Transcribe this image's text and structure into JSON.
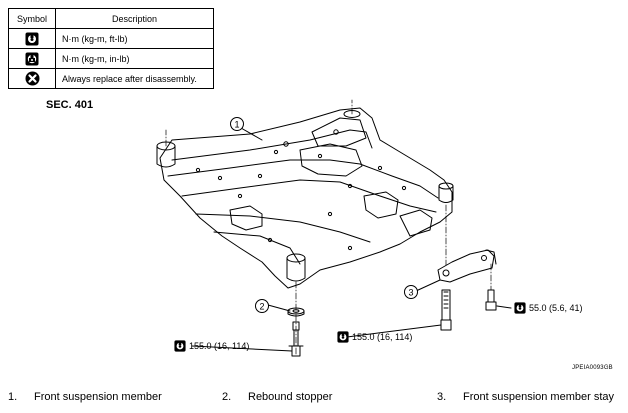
{
  "legend": {
    "header_symbol": "Symbol",
    "header_description": "Description",
    "rows": [
      {
        "icon": "torque-wrench-kgm-icon",
        "text": "N·m (kg-m, ft-lb)"
      },
      {
        "icon": "torque-wrench-inlb-icon",
        "text": "N·m (kg-m, in-lb)"
      },
      {
        "icon": "always-replace-icon",
        "text": "Always replace after disassembly."
      }
    ]
  },
  "section": "SEC. 401",
  "callouts": {
    "c1": "1",
    "c2": "2",
    "c3": "3"
  },
  "torques": {
    "t1": "155.0 (16, 114)",
    "t2": "155.0 (16, 114)",
    "t3": "55.0 (5.6, 41)"
  },
  "image_code": "JPEIA0093GB",
  "parts": [
    {
      "num": "1.",
      "name": "Front suspension member"
    },
    {
      "num": "2.",
      "name": "Rebound stopper"
    },
    {
      "num": "3.",
      "name": "Front suspension member stay"
    }
  ]
}
